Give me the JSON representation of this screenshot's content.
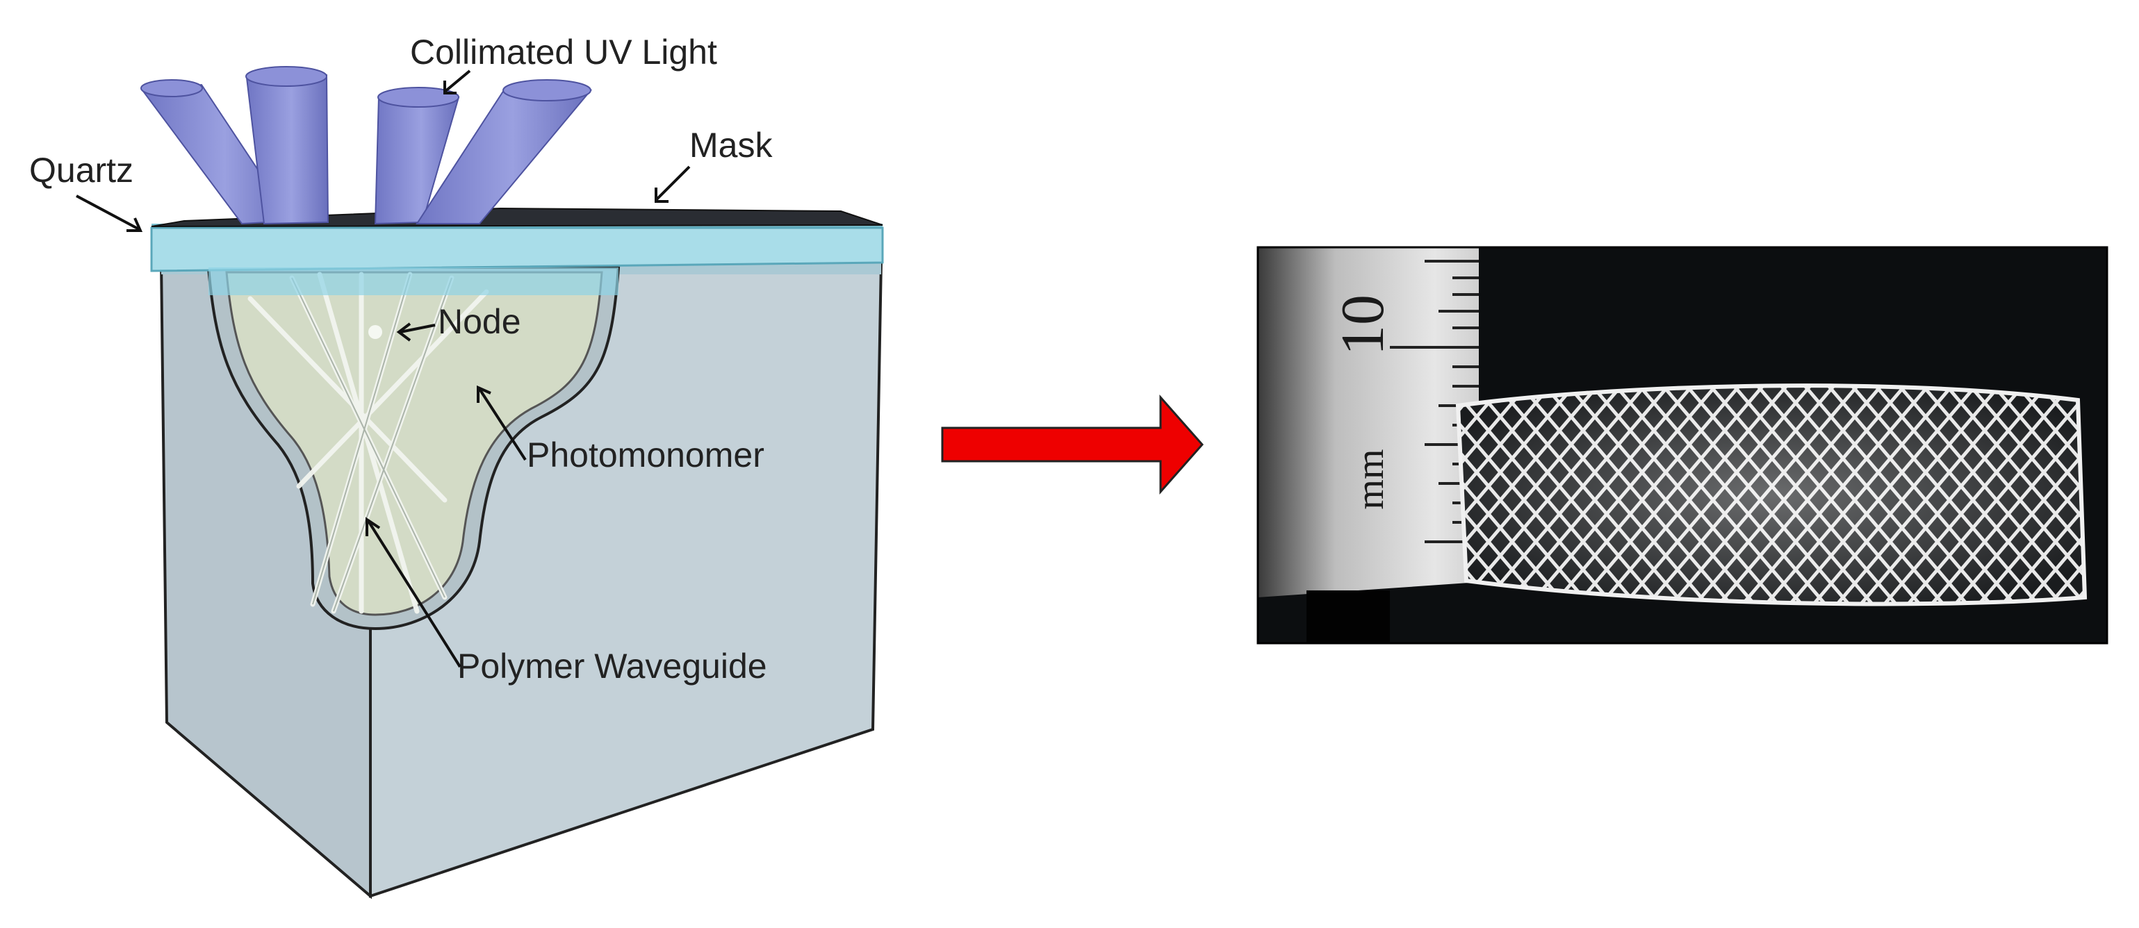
{
  "diagram": {
    "left_panel": {
      "labels": {
        "collimated_uv_light": "Collimated UV Light",
        "mask": "Mask",
        "quartz": "Quartz",
        "node": "Node",
        "photomonomer": "Photomonomer",
        "polymer_waveguide": "Polymer Waveguide"
      }
    },
    "arrow": {
      "color": "#ee0000",
      "direction": "right"
    },
    "right_panel": {
      "ruler_number": "10",
      "ruler_unit": "mm"
    },
    "colors": {
      "uv_beam": "#8a8fd6",
      "quartz": "#a8dde8",
      "block_face": "#c2cfd6",
      "photomonomer": "#d4dcc6",
      "photo_background": "#0c0e10"
    }
  }
}
